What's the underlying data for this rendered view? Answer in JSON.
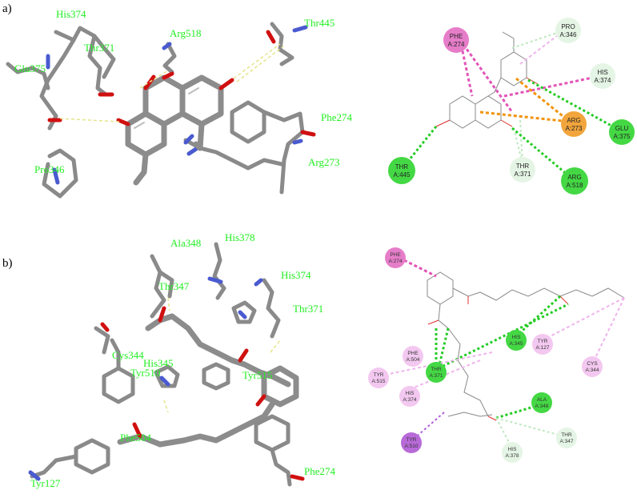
{
  "panel_a": {
    "label": "a)",
    "residues_3d": [
      "His374",
      "Thr371",
      "Glu375",
      "Arg518",
      "Thr445",
      "Phe274",
      "Arg273",
      "Pro346"
    ],
    "residues_2d": [
      {
        "name": "PHE",
        "id": "A:274",
        "type": "pi-pi"
      },
      {
        "name": "PRO",
        "id": "A:346",
        "type": "carbon-h"
      },
      {
        "name": "HIS",
        "id": "A:374",
        "type": "pi-alkyl"
      },
      {
        "name": "ARG",
        "id": "A:273",
        "type": "pi-cation"
      },
      {
        "name": "GLU",
        "id": "A:375",
        "type": "h-bond"
      },
      {
        "name": "THR",
        "id": "A:445",
        "type": "h-bond"
      },
      {
        "name": "THR",
        "id": "A:371",
        "type": "carbon-h"
      },
      {
        "name": "ARG",
        "id": "A:518",
        "type": "h-bond"
      }
    ]
  },
  "panel_b": {
    "label": "b)",
    "residues_3d": [
      "Ala348",
      "His378",
      "Thr347",
      "His374",
      "Thr371",
      "Cys344",
      "His345",
      "Tyr510",
      "Tyr515",
      "Phe504",
      "Tyr127",
      "Phe274"
    ],
    "residues_2d": [
      {
        "name": "PHE",
        "id": "A:274",
        "type": "pi-pi"
      },
      {
        "name": "PHE",
        "id": "A:504",
        "type": "pi-alkyl"
      },
      {
        "name": "TYR",
        "id": "A:515",
        "type": "pi-alkyl"
      },
      {
        "name": "THR",
        "id": "A:371",
        "type": "h-bond"
      },
      {
        "name": "HIS",
        "id": "A:374",
        "type": "pi-alkyl"
      },
      {
        "name": "HIS",
        "id": "A:345",
        "type": "h-bond"
      },
      {
        "name": "TYR",
        "id": "A:127",
        "type": "pi-alkyl"
      },
      {
        "name": "CYS",
        "id": "A:344",
        "type": "alkyl"
      },
      {
        "name": "TYR",
        "id": "A:510",
        "type": "pi-sigma"
      },
      {
        "name": "ALA",
        "id": "A:348",
        "type": "h-bond"
      },
      {
        "name": "THR",
        "id": "A:347",
        "type": "carbon-h"
      },
      {
        "name": "HIS",
        "id": "A:378",
        "type": "carbon-h"
      }
    ]
  },
  "colors": {
    "label_3d": "#22ee22",
    "stick": "#8a8a8a",
    "oxygen": "#d01010",
    "nitrogen": "#4a5ad0",
    "hbond": "#22cc22",
    "carbon_h": "#bfe8c0",
    "pi_pi": "#e254b8",
    "pi_alkyl": "#efb4ec",
    "pi_cation": "#f2930a",
    "pi_sigma": "#b060d8"
  }
}
